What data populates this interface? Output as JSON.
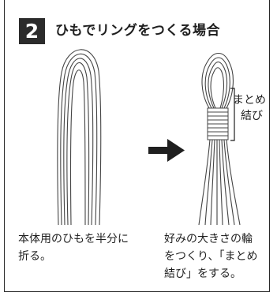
{
  "header": {
    "step_number": "2",
    "title": "ひもでリングをつくる場合"
  },
  "labels": {
    "bracket_line1": "まとめ",
    "bracket_line2": "結び"
  },
  "captions": {
    "left": [
      "本体用のひもを半分に",
      "折る。"
    ],
    "right": [
      "好みの大きさの輪",
      "をつくり、「まとめ",
      "結び」をする。"
    ]
  },
  "icons": {
    "arrow": "right-arrow-icon"
  }
}
